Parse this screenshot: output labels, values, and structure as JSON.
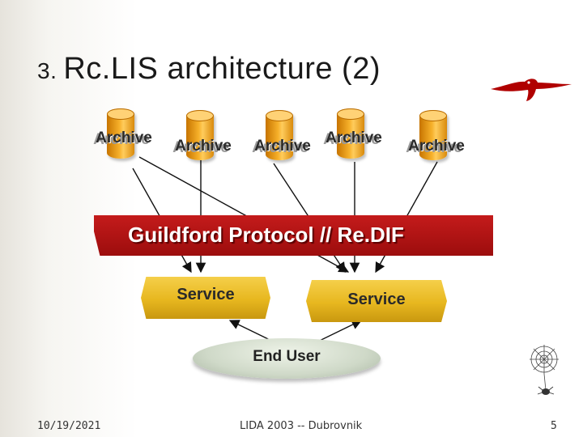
{
  "slide": {
    "title_number": "3.",
    "title_text": "Rc.LIS architecture (2)"
  },
  "diagram": {
    "archives": [
      "Archive",
      "Archive",
      "Archive",
      "Archive",
      "Archive"
    ],
    "protocol_label": "Guildford Protocol // Re.DIF",
    "services": [
      "Service",
      "Service"
    ],
    "end_user_label": "End User"
  },
  "colors": {
    "archive": "#f6b02a",
    "protocol_bar": "#b01414",
    "service": "#e7b71f",
    "end_user": "#cfd9c8",
    "logo": "#b00000"
  },
  "icons": [
    "logo-icon",
    "spider-web-icon"
  ],
  "footer": {
    "date": "10/19/2021",
    "center": "LIDA 2003 -- Dubrovnik",
    "page_number": "5"
  }
}
